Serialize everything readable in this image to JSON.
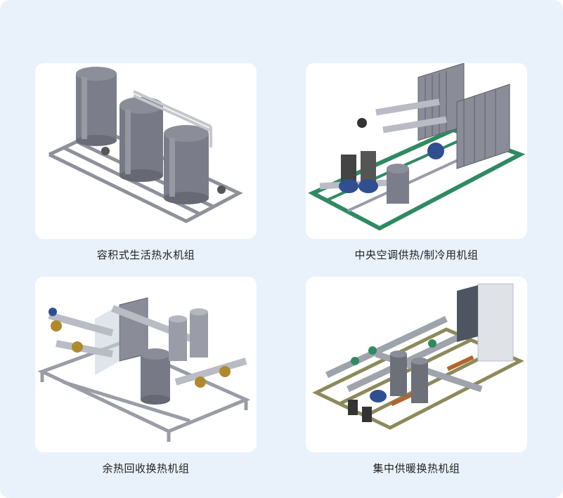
{
  "products": [
    {
      "caption": "容积式生活热水机组"
    },
    {
      "caption": "中央空调供热/制冷用机组"
    },
    {
      "caption": "余热回收换热机组"
    },
    {
      "caption": "集中供暖换热机组"
    }
  ],
  "colors": {
    "panel_bg": "#e9f2fb",
    "card_bg": "#ffffff",
    "steel": "#7c7f8a",
    "frame": "#9a9ca6",
    "green_rail": "#2f8a63",
    "pump_blue": "#2f4f8f",
    "brass": "#b0892c"
  }
}
